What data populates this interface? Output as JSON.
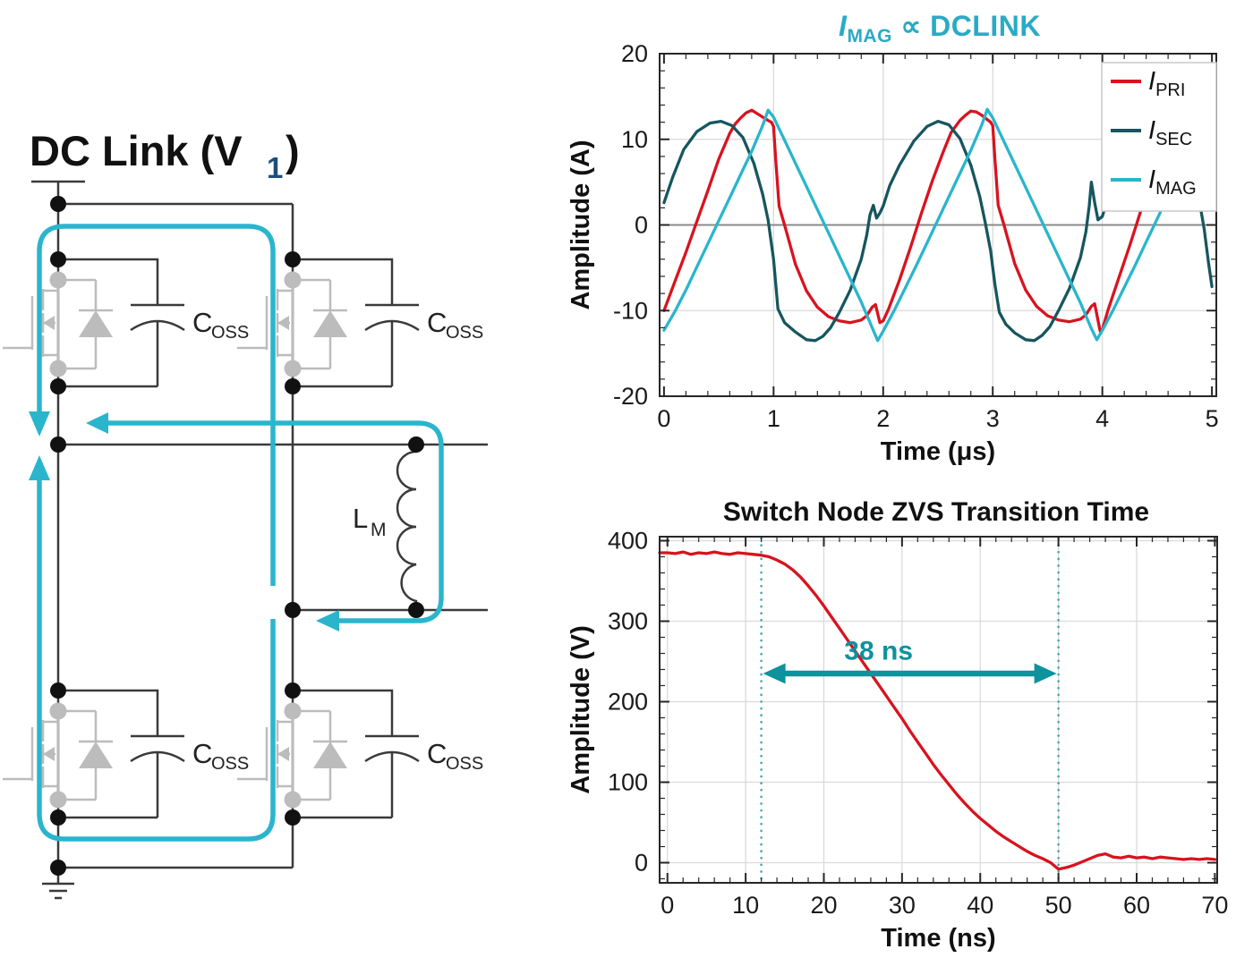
{
  "canvas": {
    "background": "#ffffff"
  },
  "circuit": {
    "title": {
      "main": "DC Link (V",
      "sub": "1",
      "close": ")",
      "sub_color": "#1f4e79"
    },
    "coss_label": {
      "main": "C",
      "sub": "OSS"
    },
    "lm_label": {
      "main": "L",
      "sub": "M"
    },
    "colors": {
      "wire": "#3a3a3a",
      "device": "#bcbcbc",
      "loop": "#2ab5cd",
      "node": "#111111"
    }
  },
  "chart_data": [
    {
      "id": "imag-chart",
      "type": "line",
      "title": {
        "i": "I",
        "sub": "MAG",
        "rest": " ∝ DCLINK",
        "color": "#29abc5"
      },
      "xlabel": "Time (μs)",
      "ylabel": "Amplitude (A)",
      "xlim": [
        0,
        5
      ],
      "ylim": [
        -20,
        20
      ],
      "xticks": [
        0,
        1,
        2,
        3,
        4,
        5
      ],
      "yticks": [
        -20,
        -10,
        0,
        10,
        20
      ],
      "x_minor_step": 0.2,
      "y_minor_step": 2,
      "grid": true,
      "zero_line": true,
      "legend": {
        "position": "top-right",
        "entries": [
          {
            "i": "I",
            "sub": "PRI",
            "color": "#d8131f"
          },
          {
            "i": "I",
            "sub": "SEC",
            "color": "#16565f"
          },
          {
            "i": "I",
            "sub": "MAG",
            "color": "#2ab5cd"
          }
        ]
      },
      "series": [
        {
          "name": "I_PRI",
          "color": "#d8131f",
          "x": [
            0,
            0.1,
            0.2,
            0.3,
            0.4,
            0.5,
            0.6,
            0.65,
            0.7,
            0.75,
            0.8,
            0.85,
            0.9,
            0.95,
            0.98,
            1.0,
            1.02,
            1.05,
            1.1,
            1.2,
            1.3,
            1.4,
            1.5,
            1.6,
            1.7,
            1.8,
            1.85,
            1.9,
            1.93,
            1.97,
            2.0,
            2.05,
            2.15,
            2.25,
            2.35,
            2.45,
            2.55,
            2.62,
            2.7,
            2.75,
            2.8,
            2.85,
            2.9,
            2.95,
            2.98,
            3.0,
            3.02,
            3.05,
            3.1,
            3.2,
            3.3,
            3.4,
            3.5,
            3.6,
            3.7,
            3.8,
            3.85,
            3.9,
            3.93,
            3.98,
            4.0,
            4.05,
            4.15,
            4.25,
            4.35,
            4.45,
            4.55,
            4.65,
            4.75,
            4.85,
            4.95,
            5.0
          ],
          "y": [
            -10,
            -6.6,
            -3.2,
            0.4,
            4.0,
            7.7,
            10.7,
            11.8,
            12.5,
            13.1,
            13.4,
            13.0,
            12.6,
            12.2,
            12.0,
            11.5,
            7.5,
            2.2,
            0.0,
            -4.6,
            -7.7,
            -9.6,
            -10.7,
            -11.2,
            -11.4,
            -11.1,
            -10.6,
            -9.6,
            -9.3,
            -11.4,
            -11.2,
            -9.8,
            -6.4,
            -2.6,
            1.4,
            5.2,
            8.6,
            10.8,
            12.2,
            12.8,
            13.3,
            13.2,
            12.8,
            12.3,
            12.0,
            11.6,
            7.6,
            2.3,
            0.1,
            -4.5,
            -7.6,
            -9.5,
            -10.6,
            -11.1,
            -11.3,
            -11.0,
            -10.5,
            -9.5,
            -9.2,
            -12.4,
            -12.2,
            -10.0,
            -6.2,
            -2.4,
            1.6,
            5.4,
            8.8,
            11.0,
            12.4,
            13.3,
            13.0,
            12.6
          ]
        },
        {
          "name": "I_SEC",
          "color": "#16565f",
          "x": [
            0,
            0.08,
            0.18,
            0.3,
            0.42,
            0.52,
            0.62,
            0.72,
            0.82,
            0.9,
            0.95,
            1.0,
            1.04,
            1.1,
            1.2,
            1.3,
            1.38,
            1.45,
            1.52,
            1.6,
            1.7,
            1.8,
            1.85,
            1.88,
            1.91,
            1.94,
            1.97,
            2.0,
            2.06,
            2.15,
            2.28,
            2.4,
            2.5,
            2.6,
            2.7,
            2.8,
            2.88,
            2.93,
            2.98,
            3.02,
            3.06,
            3.12,
            3.2,
            3.3,
            3.38,
            3.45,
            3.52,
            3.6,
            3.7,
            3.8,
            3.85,
            3.88,
            3.9,
            3.93,
            3.96,
            4.0,
            4.06,
            4.15,
            4.28,
            4.4,
            4.5,
            4.6,
            4.7,
            4.8,
            4.88,
            4.93,
            4.97,
            5.0
          ],
          "y": [
            2.6,
            5.6,
            8.8,
            10.9,
            11.9,
            12.1,
            11.6,
            10.2,
            7.2,
            3.6,
            0.6,
            -4.0,
            -9.8,
            -11.4,
            -12.5,
            -13.4,
            -13.5,
            -13.0,
            -12.0,
            -10.2,
            -7.6,
            -4.0,
            -1.2,
            1.2,
            2.3,
            0.8,
            1.4,
            2.2,
            4.6,
            7.0,
            9.8,
            11.5,
            12.1,
            11.7,
            10.1,
            7.0,
            3.4,
            0.4,
            -3.0,
            -7.0,
            -10.2,
            -11.6,
            -12.6,
            -13.4,
            -13.5,
            -12.9,
            -11.9,
            -10.0,
            -7.4,
            -3.8,
            -0.8,
            2.2,
            5.0,
            2.6,
            0.6,
            1.0,
            3.6,
            6.2,
            9.2,
            11.2,
            12.0,
            11.6,
            10.0,
            6.8,
            3.2,
            -0.5,
            -4.5,
            -7.2
          ]
        },
        {
          "name": "I_MAG",
          "color": "#2ab5cd",
          "x": [
            0,
            0.1,
            0.2,
            0.3,
            0.4,
            0.5,
            0.6,
            0.7,
            0.8,
            0.9,
            0.95,
            1.0,
            1.1,
            1.2,
            1.3,
            1.4,
            1.5,
            1.6,
            1.7,
            1.8,
            1.9,
            1.95,
            2.0,
            2.1,
            2.2,
            2.3,
            2.4,
            2.5,
            2.6,
            2.7,
            2.8,
            2.9,
            2.95,
            3.0,
            3.1,
            3.2,
            3.3,
            3.4,
            3.5,
            3.6,
            3.7,
            3.8,
            3.9,
            3.95,
            4.0,
            4.1,
            4.2,
            4.3,
            4.4,
            4.5,
            4.6,
            4.7,
            4.8,
            4.9,
            4.95,
            5.0
          ],
          "y": [
            -12.3,
            -10.1,
            -7.6,
            -4.9,
            -2.2,
            0.5,
            3.2,
            5.9,
            8.6,
            11.6,
            13.4,
            12.6,
            9.9,
            7.2,
            4.5,
            1.8,
            -0.9,
            -3.6,
            -6.3,
            -9.0,
            -12.0,
            -13.5,
            -12.4,
            -10.0,
            -7.4,
            -4.8,
            -2.1,
            0.6,
            3.3,
            6.0,
            8.7,
            11.7,
            13.5,
            12.5,
            9.8,
            7.1,
            4.4,
            1.7,
            -1.0,
            -3.7,
            -6.4,
            -9.1,
            -12.1,
            -13.4,
            -12.3,
            -9.9,
            -7.3,
            -4.7,
            -2.0,
            0.7,
            3.4,
            6.1,
            8.8,
            11.5,
            13.3,
            12.4
          ]
        }
      ]
    },
    {
      "id": "zvs-chart",
      "type": "line",
      "title": {
        "text": "Switch Node ZVS Transition Time",
        "color": "#111111"
      },
      "xlabel": "Time (ns)",
      "ylabel": "Amplitude (V)",
      "xlim": [
        0,
        70
      ],
      "ylim": [
        -25,
        405
      ],
      "xticks": [
        0,
        10,
        20,
        30,
        40,
        50,
        60,
        70
      ],
      "yticks": [
        0,
        100,
        200,
        300,
        400
      ],
      "x_minor_step": 2,
      "y_minor_step": 20,
      "grid": true,
      "zero_line": false,
      "vlines": {
        "x": [
          12,
          50
        ],
        "color": "#46a8ae"
      },
      "annotation": {
        "text": "38 ns",
        "x_from": 12,
        "x_to": 50,
        "y": 235,
        "label_x": 27,
        "label_y": 252,
        "color": "#0d929e"
      },
      "series": [
        {
          "name": "switch_node_voltage",
          "color": "#d8131f",
          "x": [
            -1,
            0,
            1,
            2,
            3,
            4,
            5,
            6,
            7,
            8,
            9,
            10,
            11,
            12,
            13,
            14,
            15,
            16,
            17,
            18,
            19,
            20,
            21,
            22,
            23,
            24,
            25,
            26,
            27,
            28,
            29,
            30,
            31,
            32,
            33,
            34,
            35,
            36,
            37,
            38,
            39,
            40,
            41,
            42,
            43,
            44,
            45,
            46,
            47,
            48,
            49,
            50,
            51,
            52,
            53,
            54,
            55,
            56,
            57,
            58,
            59,
            60,
            61,
            62,
            63,
            64,
            65,
            66,
            67,
            68,
            69,
            70
          ],
          "y": [
            385,
            385,
            384,
            386,
            383,
            385,
            384,
            386,
            384,
            383,
            385,
            384,
            383,
            382,
            380,
            376,
            371,
            364,
            355,
            344,
            332,
            319,
            305,
            291,
            277,
            263,
            249,
            235,
            221,
            207,
            193,
            179,
            164,
            150,
            136,
            122,
            109,
            97,
            85,
            74,
            64,
            55,
            47,
            39,
            32,
            26,
            20,
            14,
            9,
            5,
            0,
            -8,
            -6,
            -3,
            1,
            5,
            9,
            11,
            7,
            6,
            8,
            6,
            7,
            5,
            7,
            6,
            5,
            4,
            5,
            4,
            5,
            4
          ]
        }
      ]
    }
  ]
}
